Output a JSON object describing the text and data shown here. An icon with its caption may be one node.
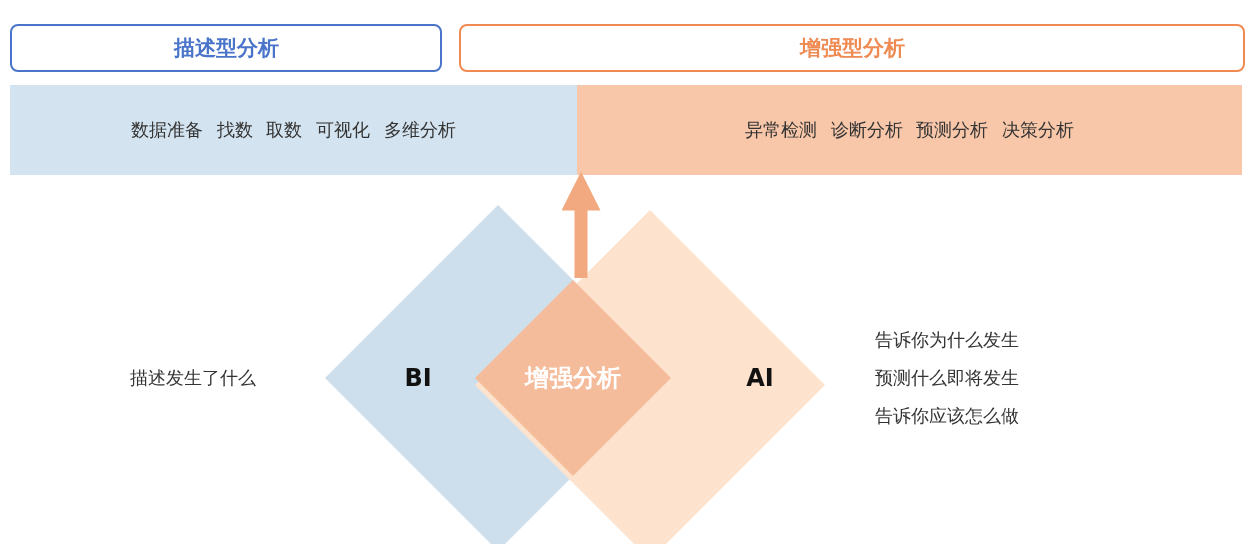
{
  "diagram": {
    "nodes": [
      {
        "text": [
          "描述型分析"
        ]
      },
      {
        "text": [
          "增强型分析"
        ]
      },
      {
        "text": [
          "数据准备 找数 取数 可视化 多维分析"
        ]
      },
      {
        "text": [
          "异常检测 诊断分析 预测分析 决策分析"
        ]
      },
      {
        "text": [
          "BI"
        ],
        "beside": [
          "描述发生了什么"
        ]
      },
      {
        "text": [
          "AI"
        ],
        "beside": [
          "告诉你为什么发生",
          "预测什么即将发生",
          "告诉你应该怎么做"
        ]
      },
      {
        "text": [
          "增强分析"
        ]
      }
    ],
    "edges": [
      {
        "from": 6,
        "to": 3,
        "arrow": "to"
      }
    ]
  }
}
